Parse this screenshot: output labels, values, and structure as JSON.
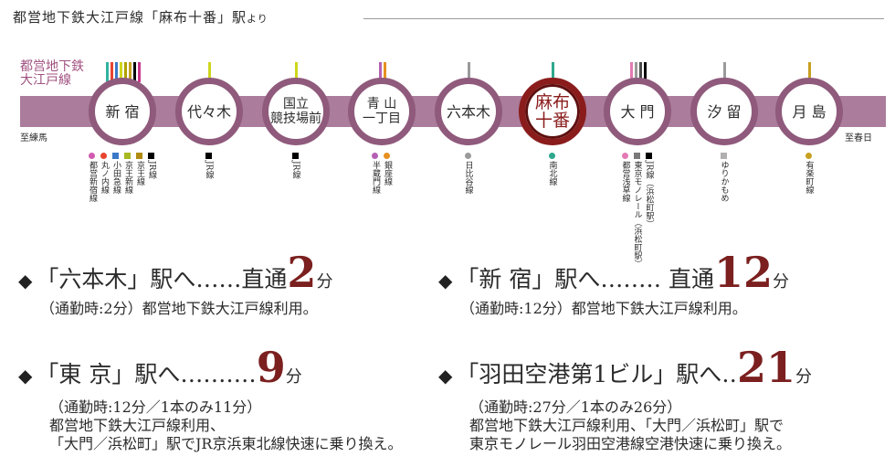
{
  "header": {
    "main": "都営地下鉄大江戸線「麻布十番」駅",
    "suffix": "より"
  },
  "line_name": "都営地下鉄\n大江戸線",
  "ends": {
    "left": "至練馬",
    "right": "至春日"
  },
  "colors": {
    "band": "#ab7c9b",
    "ring": "#8f5a7c",
    "current": "#8a1c1c",
    "minutes": "#7b1f1f"
  },
  "stations": [
    {
      "name": "新 宿",
      "stubs": [
        "#31b3a0",
        "#e8452e",
        "#3b78c8",
        "#cfd61e",
        "#b0a000",
        "#c8a020",
        "#000000",
        "#c9348a"
      ],
      "transfers": [
        {
          "color": "#d15ab0",
          "shape": "dot",
          "label": "都営新宿線"
        },
        {
          "color": "#e8452e",
          "shape": "dot",
          "label": "丸ノ内線"
        },
        {
          "color": "#3b78c8",
          "shape": "square",
          "label": "小田急線"
        },
        {
          "color": "#a8b820",
          "shape": "square",
          "label": "京王新線"
        },
        {
          "color": "#b08a10",
          "shape": "square",
          "label": "京王線"
        },
        {
          "color": "#000000",
          "shape": "square",
          "label": "JR線"
        }
      ]
    },
    {
      "name": "代々木",
      "stubs": [
        "#cfd61e"
      ],
      "transfers": [
        {
          "color": "#000000",
          "shape": "square",
          "label": "JR線"
        }
      ]
    },
    {
      "name": "国立\n競技場前",
      "stubs": [
        "#cfd61e"
      ],
      "transfers": [
        {
          "color": "#000000",
          "shape": "square",
          "label": "JR線"
        }
      ]
    },
    {
      "name": "青 山\n一丁目",
      "stubs": [
        "#b460b4",
        "#e59020"
      ],
      "transfers": [
        {
          "color": "#b460b4",
          "shape": "dot",
          "label": "半蔵門線"
        },
        {
          "color": "#e59020",
          "shape": "dot",
          "label": "銀座線"
        }
      ]
    },
    {
      "name": "六本木",
      "stubs": [
        "#9a9a9a"
      ],
      "transfers": [
        {
          "color": "#9a9a9a",
          "shape": "dot",
          "label": "日比谷線"
        }
      ]
    },
    {
      "name": "麻布\n十番",
      "current": true,
      "stubs": [
        "#2ea88c"
      ],
      "transfers": [
        {
          "color": "#2ea88c",
          "shape": "dot",
          "label": "南北線"
        }
      ]
    },
    {
      "name": "大 門",
      "stubs": [
        "#e47ab5",
        "#9a9a9a",
        "#4a4a4a",
        "#000000"
      ],
      "transfers": [
        {
          "color": "#e47ab5",
          "shape": "dot",
          "label": "都営浅草線"
        },
        {
          "color": "#7a7a7a",
          "shape": "square",
          "label": "東京モノレール（浜松町駅）"
        },
        {
          "color": "#000000",
          "shape": "square",
          "label": "JR線（浜松町駅）"
        }
      ]
    },
    {
      "name": "汐 留",
      "stubs": [
        "#9a9a9a"
      ],
      "transfers": [
        {
          "color": "#b0b0b0",
          "shape": "square",
          "label": "ゆりかもめ"
        }
      ]
    },
    {
      "name": "月 島",
      "stubs": [
        "#c8a020"
      ],
      "transfers": [
        {
          "color": "#c8a020",
          "shape": "dot",
          "label": "有楽町線"
        }
      ]
    }
  ],
  "routes": [
    {
      "diamond": "◆",
      "dest": "「六本木」駅へ‥‥‥直通",
      "minutes": "2",
      "unit": "分",
      "note1": "（通勤時:2分）都営地下鉄大江戸線利用。",
      "note2": "",
      "note3": ""
    },
    {
      "diamond": "◆",
      "dest": "「新 宿」駅へ‥‥‥‥ 直通",
      "minutes": "12",
      "unit": "分",
      "note1": "（通勤時:12分）都営地下鉄大江戸線利用。",
      "note2": "",
      "note3": ""
    },
    {
      "diamond": "◆",
      "dest": "「東 京」駅へ‥‥‥‥‥",
      "minutes": "9",
      "unit": "分",
      "note1": "（通勤時:12分／1本のみ11分）",
      "note2": "都営地下鉄大江戸線利用、",
      "note3": "「大門／浜松町」駅でJR京浜東北線快速に乗り換え。"
    },
    {
      "diamond": "◆",
      "dest": "「羽田空港第1ビル」駅へ‥",
      "minutes": "21",
      "unit": "分",
      "note1": "（通勤時:27分／1本のみ26分）",
      "note2": "都営地下鉄大江戸線利用、「大門／浜松町」駅で",
      "note3": "東京モノレール羽田空港線空港快速に乗り換え。"
    }
  ]
}
